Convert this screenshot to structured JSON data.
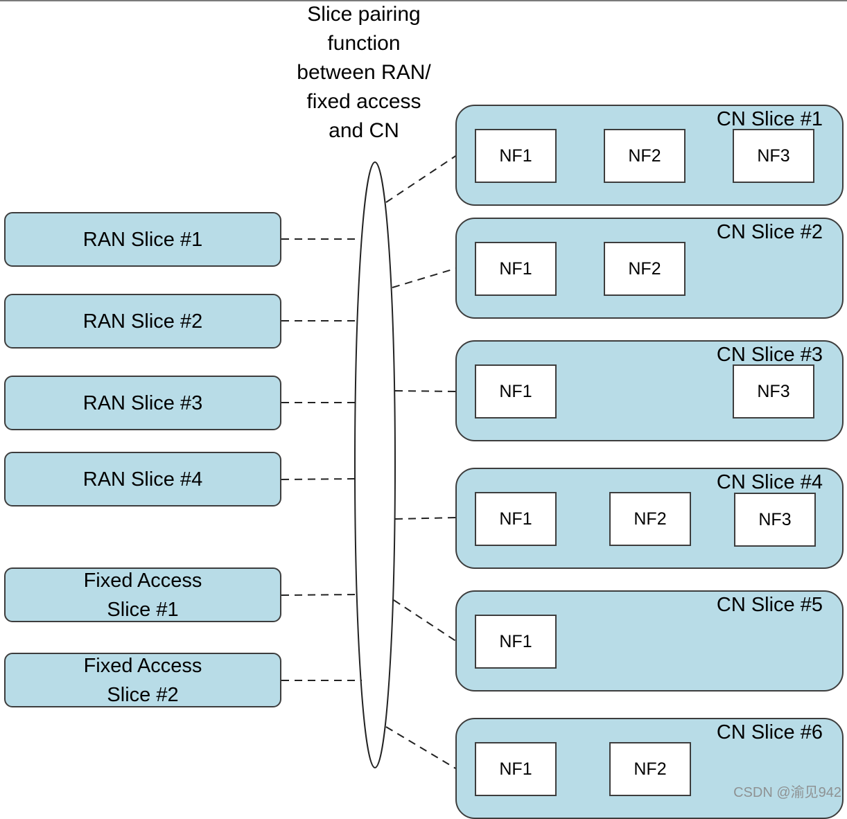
{
  "title_lines": [
    "Slice pairing",
    "function",
    "between RAN/",
    "fixed access",
    "and CN"
  ],
  "access_slices": [
    {
      "lines": [
        "RAN Slice #1"
      ]
    },
    {
      "lines": [
        "RAN Slice #2"
      ]
    },
    {
      "lines": [
        "RAN Slice #3"
      ]
    },
    {
      "lines": [
        "RAN Slice #4"
      ]
    },
    {
      "lines": [
        "Fixed Access",
        "Slice #1"
      ]
    },
    {
      "lines": [
        "Fixed Access",
        "Slice #2"
      ]
    }
  ],
  "cn_slices": [
    {
      "label": "CN Slice #1",
      "nfs": [
        "NF1",
        "NF2",
        "NF3"
      ]
    },
    {
      "label": "CN Slice #2",
      "nfs": [
        "NF1",
        "NF2"
      ]
    },
    {
      "label": "CN Slice #3",
      "nfs": [
        "NF1",
        "NF3"
      ]
    },
    {
      "label": "CN Slice #4",
      "nfs": [
        "NF1",
        "NF2",
        "NF3"
      ]
    },
    {
      "label": "CN Slice #5",
      "nfs": [
        "NF1"
      ]
    },
    {
      "label": "CN Slice #6",
      "nfs": [
        "NF1",
        "NF2"
      ]
    }
  ],
  "watermark": "CSDN @渝见942",
  "colors": {
    "slice_fill": "#b8dce7",
    "border": "#3d3d3d",
    "nf_fill": "#ffffff"
  }
}
